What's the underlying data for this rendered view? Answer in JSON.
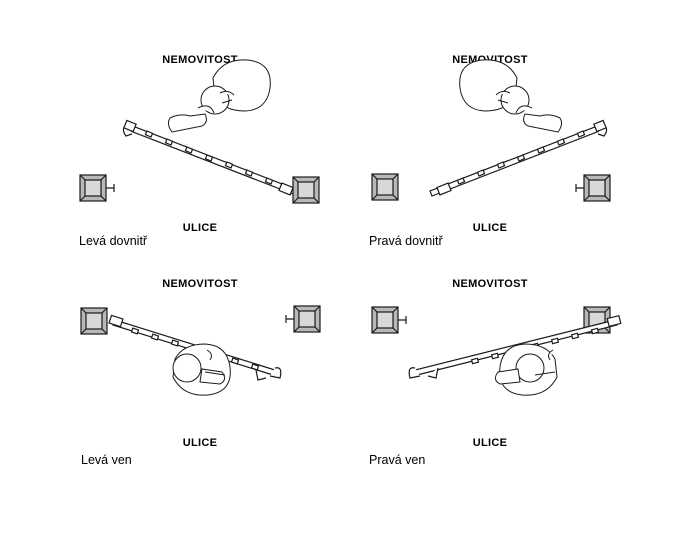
{
  "diagrams": [
    {
      "property_label": "NEMOVITOST",
      "street_label": "ULICE",
      "caption": "Levá dovnitř"
    },
    {
      "property_label": "NEMOVITOST",
      "street_label": "ULICE",
      "caption": "Pravá dovnitř"
    },
    {
      "property_label": "NEMOVITOST",
      "street_label": "ULICE",
      "caption": "Levá ven"
    },
    {
      "property_label": "NEMOVITOST",
      "street_label": "ULICE",
      "caption": "Pravá ven"
    }
  ],
  "icons": {
    "post": "gate-post-icon",
    "person": "person-topdown-icon",
    "gate": "gate-leaf-icon"
  },
  "colors": {
    "line": "#1a1a1a",
    "post_fill": "#b8b8b8",
    "post_inner": "#d8d8d8"
  }
}
